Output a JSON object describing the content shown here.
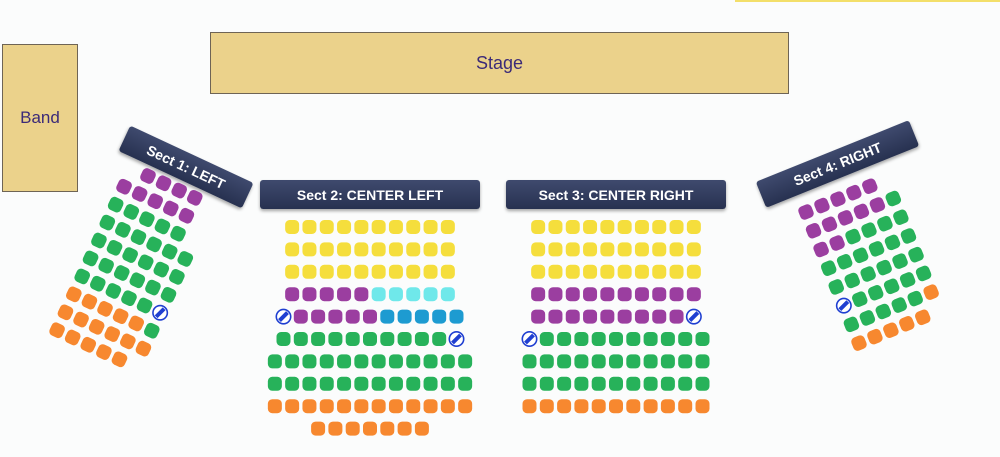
{
  "venue": {
    "stage_label": "Stage",
    "band_label": "Band"
  },
  "sections": [
    {
      "id": "s1",
      "label": "Sect 1: LEFT"
    },
    {
      "id": "s2",
      "label": "Sect 2: CENTER LEFT"
    },
    {
      "id": "s3",
      "label": "Sect 3: CENTER RIGHT"
    },
    {
      "id": "s4",
      "label": "Sect 4: RIGHT"
    }
  ],
  "seat_colors": {
    "yellow": "#f5de3c",
    "purple": "#9b3ea0",
    "light_cyan": "#6fe8ea",
    "blue": "#1d9bd1",
    "green": "#27b25a",
    "orange": "#f7882f",
    "accessible": "#1f3fd1"
  },
  "seating": {
    "center_left_rows": [
      "YYYYYYYYYY",
      "YYYYYYYYYY",
      "YYYYYYYYYY",
      "PPPPPCCCCC",
      "APPPPPBBBBB",
      "GGGGGGGGGGA",
      "GGGGGGGGGGGG",
      "GGGGGGGGGGGG",
      "OOOOOOOOOOOO",
      "OOOOOOO"
    ],
    "center_right_rows": [
      "YYYYYYYYYY",
      "YYYYYYYYYY",
      "YYYYYYYYYY",
      "PPPPPPPPPP",
      "PPPPPPPPPA",
      "AGGGGGGGGGG",
      "GGGGGGGGGGG",
      "GGGGGGGGGGG",
      "OOOOOOOOOOO"
    ],
    "left_rows": [
      "PPPP",
      "PPPPP",
      "GGGGG",
      "GGGGGG",
      "GGGGGG",
      "GGGGGG",
      "GGGGGA",
      "OOOOOG",
      "OOOOOO",
      "OOOOO"
    ],
    "right_rows": [
      "PPPPP",
      "PPPPPG",
      "PPGGGG",
      "GGGGGG",
      "GGGGGG",
      "AGGGGG",
      "GGGGGO",
      "OOOOO"
    ]
  }
}
